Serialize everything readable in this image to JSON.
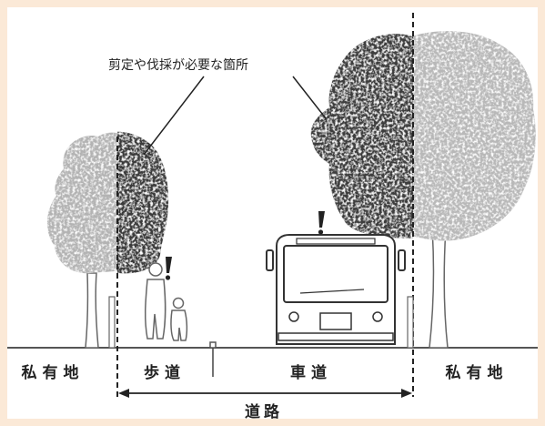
{
  "callout": {
    "text": "剪定や伐採が必要な箇所"
  },
  "zones": {
    "private_left": "私有地",
    "sidewalk": "歩道",
    "roadway": "車道",
    "private_right": "私有地"
  },
  "road": {
    "label": "道路"
  },
  "colors": {
    "background": "#fbe9d7",
    "canvas": "#ffffff",
    "light_foliage": "#b6b6b6",
    "dark_foliage": "#3c3c3c",
    "line": "#222222"
  }
}
